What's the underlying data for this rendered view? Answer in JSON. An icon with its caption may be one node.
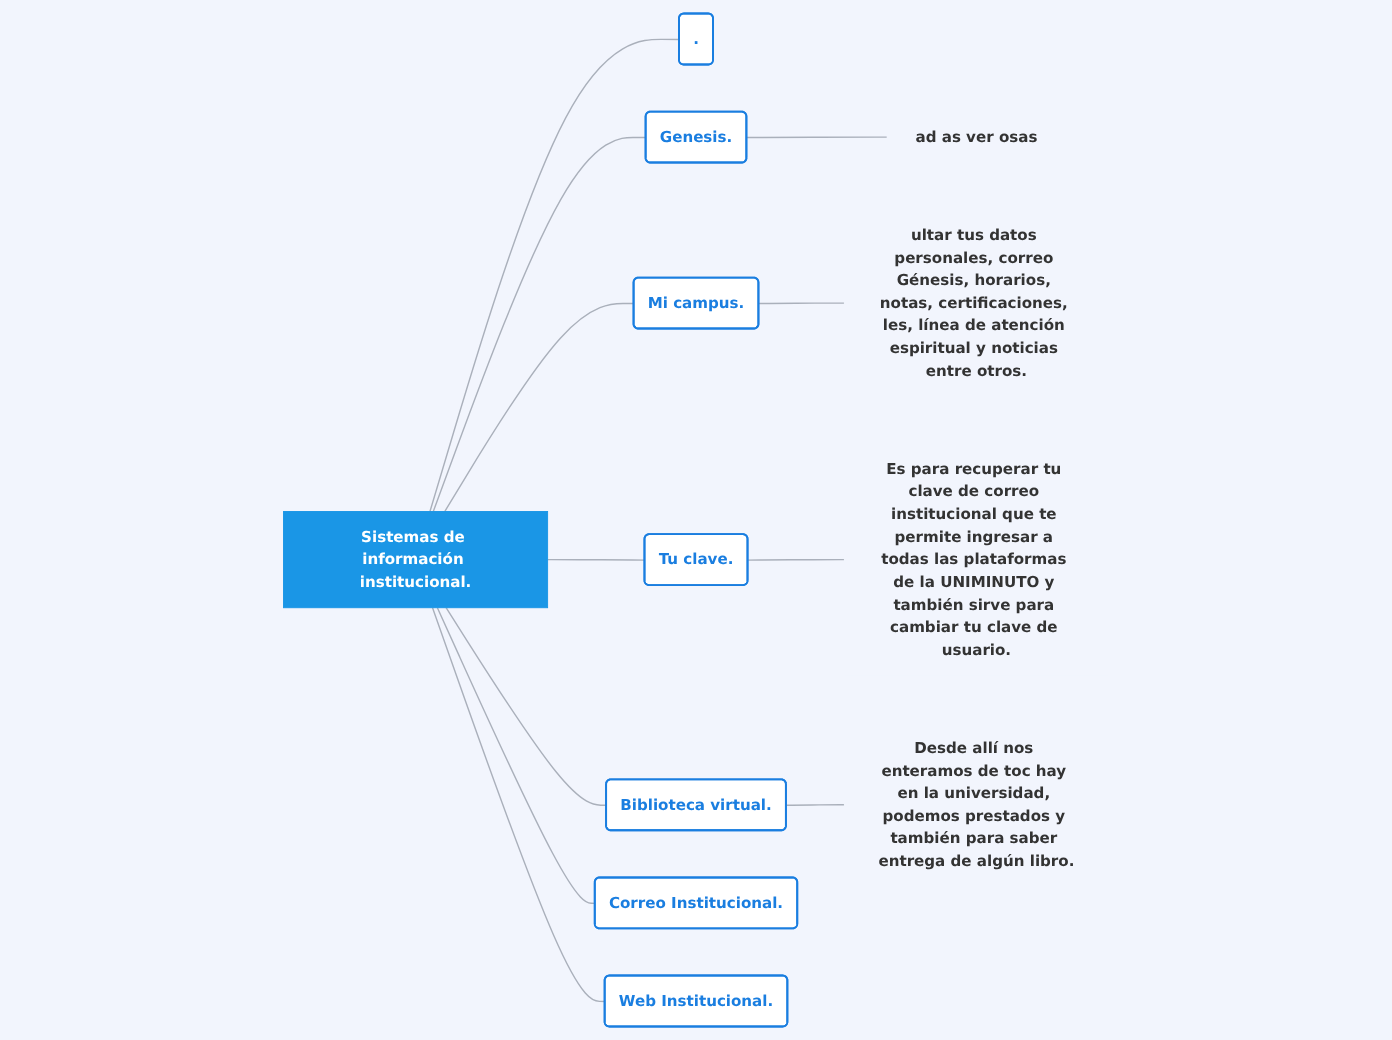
{
  "diagram": {
    "nodes": [
      {
        "text": [
          "Sistemas de información institucional."
        ]
      },
      {
        "text": [
          "."
        ]
      },
      {
        "text": [
          "Genesis."
        ]
      },
      {
        "text": [
          "ad as ver osas"
        ]
      },
      {
        "text": [
          "Mi campus."
        ]
      },
      {
        "text": [
          "ultar tus datos personales, correo Génesis, horarios, notas, certificaciones, les, línea de atención espiritual y noticias entre otros."
        ]
      },
      {
        "text": [
          "Tu clave."
        ]
      },
      {
        "text": [
          "Es para recuperar tu clave de correo institucional que te permite ingresar a todas las plataformas de la UNIMINUTO y también sirve para cambiar tu clave de usuario."
        ]
      },
      {
        "text": [
          "Biblioteca virtual."
        ]
      },
      {
        "text": [
          "Desde allí nos enteramos de toc hay en la universidad, podemos prestados y también para saber entrega de algún libro."
        ]
      },
      {
        "text": [
          "Correo Institucional."
        ]
      },
      {
        "text": [
          "Web Institucional."
        ]
      }
    ],
    "edges": [
      {
        "from": 0,
        "to": 1,
        "arrow": "none"
      },
      {
        "from": 0,
        "to": 2,
        "arrow": "none"
      },
      {
        "from": 0,
        "to": 4,
        "arrow": "none"
      },
      {
        "from": 0,
        "to": 6,
        "arrow": "none"
      },
      {
        "from": 0,
        "to": 8,
        "arrow": "none"
      },
      {
        "from": 0,
        "to": 10,
        "arrow": "none"
      },
      {
        "from": 0,
        "to": 11,
        "arrow": "none"
      },
      {
        "from": 2,
        "to": 3,
        "arrow": "none"
      },
      {
        "from": 4,
        "to": 5,
        "arrow": "none"
      },
      {
        "from": 6,
        "to": 7,
        "arrow": "none"
      },
      {
        "from": 8,
        "to": 9,
        "arrow": "none"
      }
    ]
  }
}
